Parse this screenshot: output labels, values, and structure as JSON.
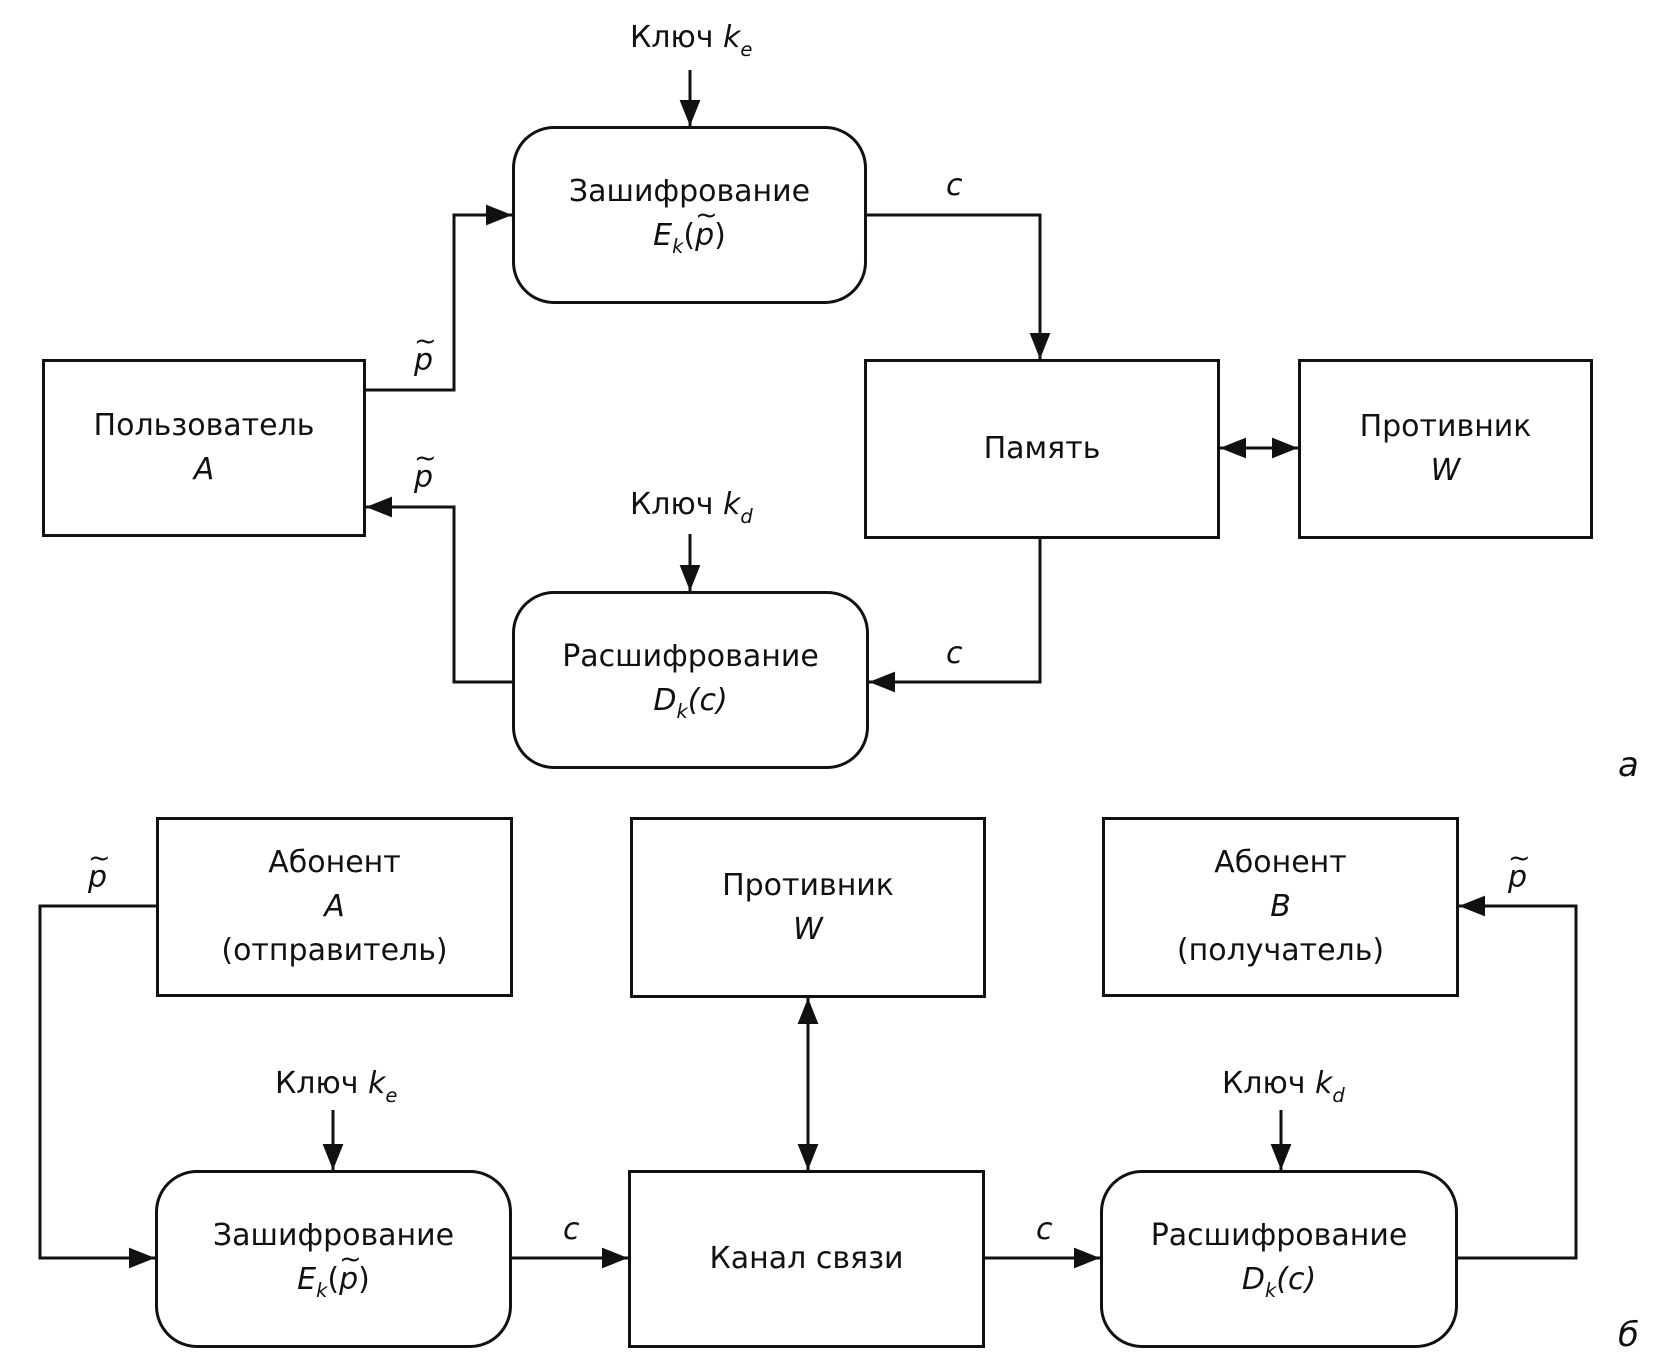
{
  "diagram_a": {
    "key_e": {
      "word": "Ключ",
      "sym": "k",
      "sub": "e"
    },
    "enc": {
      "title": "Зашифрование",
      "fn": "E",
      "sub": "k",
      "open": "(",
      "arg": "p",
      "close": ")"
    },
    "user": {
      "title": "Пользователь",
      "sym": "A"
    },
    "memory": {
      "title": "Память"
    },
    "adversary": {
      "title": "Противник",
      "sym": "W"
    },
    "key_d": {
      "word": "Ключ",
      "sym": "k",
      "sub": "d"
    },
    "dec": {
      "title": "Расшифрование",
      "fn": "D",
      "sub": "k",
      "arg": "(c)"
    },
    "p_out": "p",
    "p_in": "p",
    "c_top": "c",
    "c_bottom": "c",
    "panel_label": "а"
  },
  "diagram_b": {
    "sender": {
      "title": "Абонент",
      "sym": "A",
      "role": "(отправитель)"
    },
    "adversary": {
      "title": "Противник",
      "sym": "W"
    },
    "receiver": {
      "title": "Абонент",
      "sym": "B",
      "role": "(получатель)"
    },
    "key_e": {
      "word": "Ключ",
      "sym": "k",
      "sub": "e"
    },
    "key_d": {
      "word": "Ключ",
      "sym": "k",
      "sub": "d"
    },
    "enc": {
      "title": "Зашифрование",
      "fn": "E",
      "sub": "k",
      "open": "(",
      "arg": "p",
      "close": ")"
    },
    "channel": {
      "title": "Канал связи"
    },
    "dec": {
      "title": "Расшифрование",
      "fn": "D",
      "sub": "k",
      "arg": "(c)"
    },
    "p_left": "p",
    "p_right": "p",
    "c_left": "c",
    "c_right": "c",
    "panel_label": "б"
  }
}
